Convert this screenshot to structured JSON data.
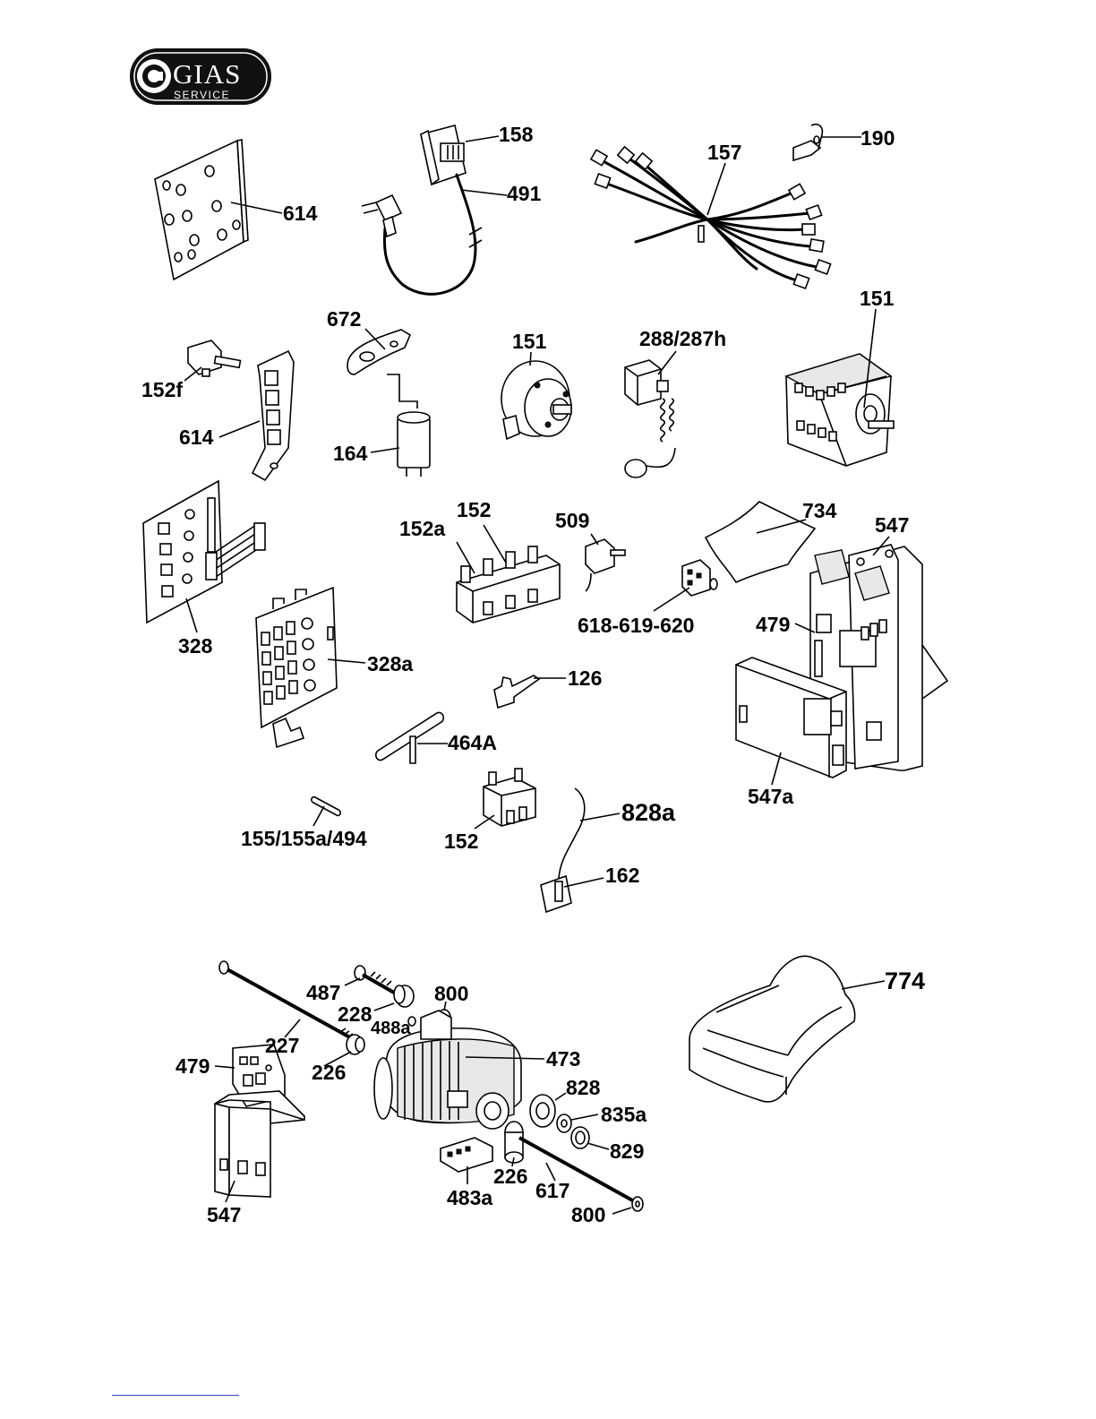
{
  "logo": {
    "name": "GIAS",
    "tagline": "SERVICE"
  },
  "labels": {
    "p614_panel": "614",
    "p158": "158",
    "p491": "491",
    "p157": "157",
    "p190": "190",
    "p151_right": "151",
    "p672": "672",
    "p151_mid": "151",
    "p288": "288/287h",
    "p152f": "152f",
    "p614_strip": "614",
    "p164": "164",
    "p152a": "152a",
    "p152_top": "152",
    "p509": "509",
    "p734": "734",
    "p547_top": "547",
    "p618": "618-619-620",
    "p479_top": "479",
    "p328": "328",
    "p328a": "328a",
    "p126": "126",
    "p464A": "464A",
    "p547a": "547a",
    "p155": "155/155a/494",
    "p152_bot": "152",
    "p828a": "828a",
    "p162": "162",
    "p487": "487",
    "p800_top": "800",
    "p228": "228",
    "p488a": "488a",
    "p227": "227",
    "p473": "473",
    "p774": "774",
    "p479_bot": "479",
    "p226_left": "226",
    "p828": "828",
    "p835a": "835a",
    "p829": "829",
    "p226_right": "226",
    "p617": "617",
    "p483a": "483a",
    "p547_bot": "547",
    "p800_bot": "800"
  },
  "colors": {
    "ink": "#000000",
    "paper": "#ffffff",
    "footer_rule": "#3344cc"
  }
}
